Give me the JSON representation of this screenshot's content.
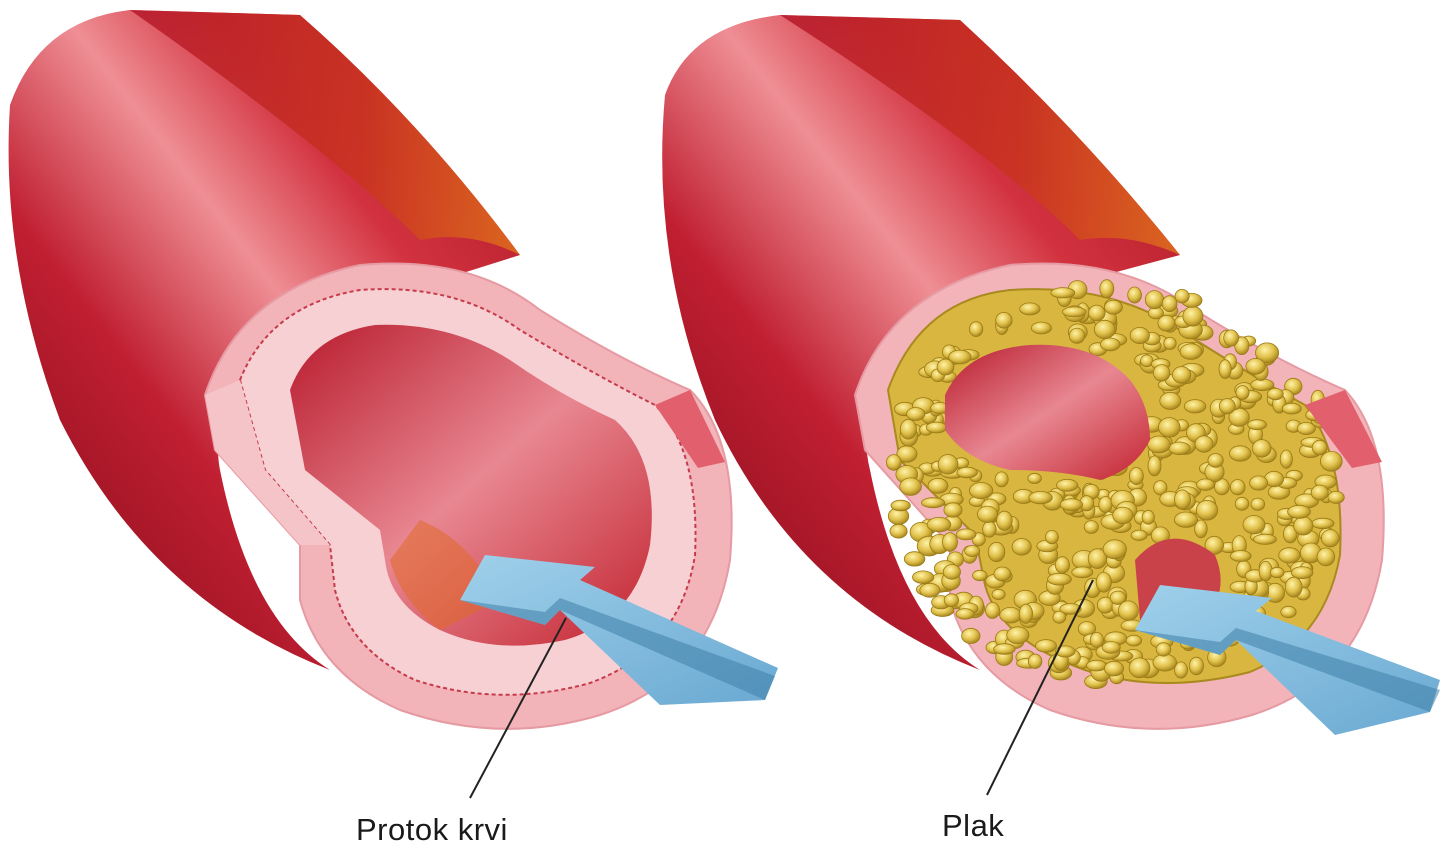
{
  "labels": {
    "blood_flow": "Protok krvi",
    "plaque": "Plak"
  },
  "colors": {
    "vessel_dark": "#8f0d1e",
    "vessel_mid": "#c8283a",
    "vessel_light": "#e8707a",
    "vessel_highlight": "#f4a5a8",
    "vessel_orange": "#d8561f",
    "wall_pink": "#f0b6bb",
    "wall_light": "#f8d3d5",
    "lumen_red": "#c22735",
    "plaque_yellow": "#e2c34a",
    "plaque_dark": "#a88a1e",
    "arrow_blue": "#7fbcde",
    "arrow_dark": "#3f7fa8"
  },
  "panels": [
    {
      "name": "healthy-artery",
      "has_plaque": false
    },
    {
      "name": "clogged-artery",
      "has_plaque": true
    }
  ]
}
